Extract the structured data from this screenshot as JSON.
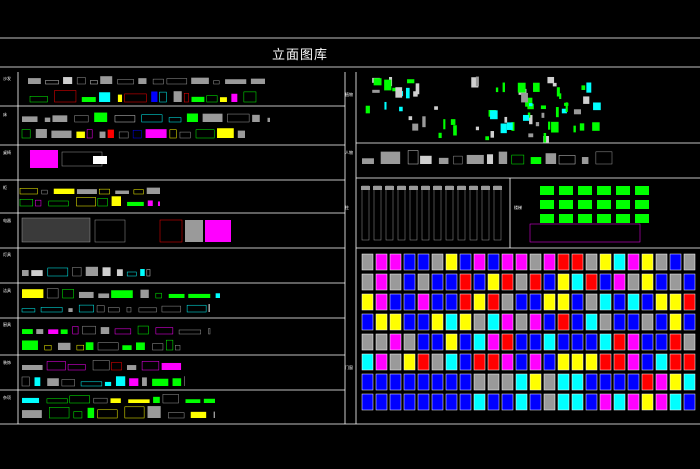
{
  "sheet": {
    "title": "立面图库",
    "colors": {
      "background": "#000000",
      "frame": "#ffffff",
      "green": "#00ff00",
      "magenta": "#ff00ff",
      "yellow": "#ffff00",
      "blue": "#0000ff",
      "cyan": "#00ffff",
      "red": "#ff0000",
      "grey": "#9a9a9a"
    }
  },
  "left_rows": [
    {
      "label": "沙发"
    },
    {
      "label": "床"
    },
    {
      "label": "桌椅"
    },
    {
      "label": "柜"
    },
    {
      "label": "电器"
    },
    {
      "label": "灯具"
    },
    {
      "label": "洁具"
    },
    {
      "label": "厨具"
    },
    {
      "label": "装饰"
    },
    {
      "label": "杂项"
    }
  ],
  "right_rows": [
    {
      "label": "植物"
    },
    {
      "label": "人物"
    },
    {
      "label": "柱"
    },
    {
      "label": "楼梯"
    },
    {
      "label": "门窗"
    }
  ]
}
